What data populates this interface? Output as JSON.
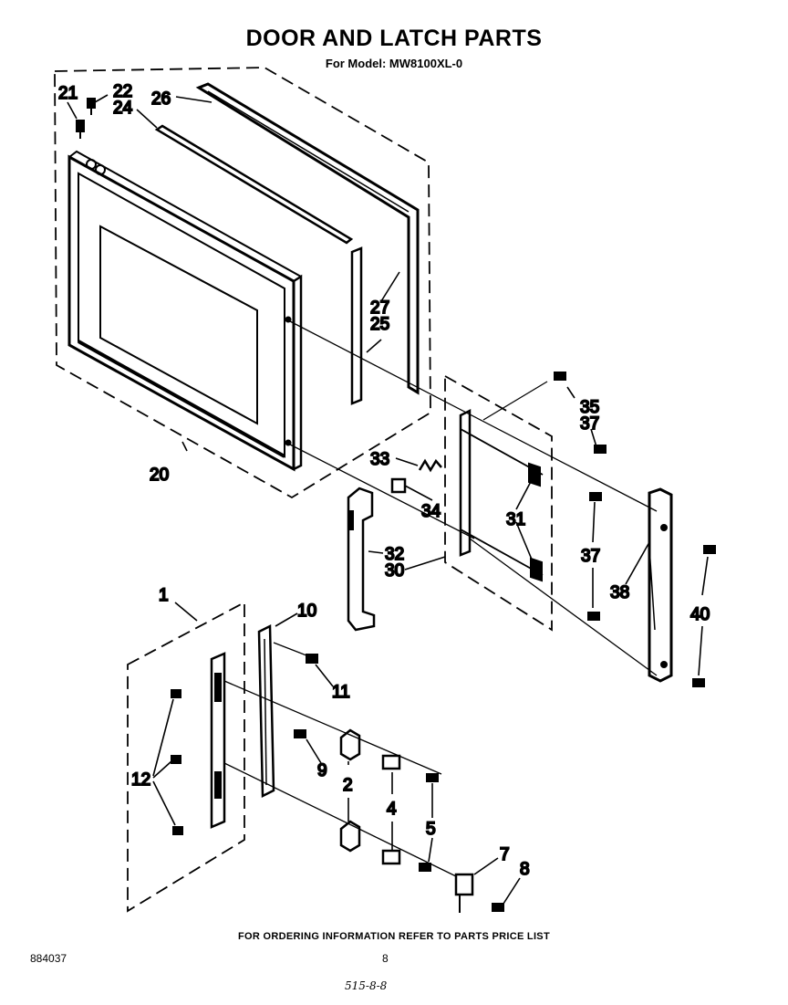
{
  "header": {
    "title": "DOOR AND LATCH PARTS",
    "subtitle": "For Model: MW8100XL-0"
  },
  "callouts": {
    "c21": "21",
    "c22": "22",
    "c24": "24",
    "c26": "26",
    "c27": "27",
    "c25": "25",
    "c20": "20",
    "c35": "35",
    "c37a": "37",
    "c33": "33",
    "c34": "34",
    "c31": "31",
    "c37b": "37",
    "c38": "38",
    "c40": "40",
    "c32": "32",
    "c30": "30",
    "c1": "1",
    "c10": "10",
    "c11": "11",
    "c9": "9",
    "c12": "12",
    "c2": "2",
    "c4": "4",
    "c5": "5",
    "c7": "7",
    "c8": "8"
  },
  "footer": {
    "ordering_note": "FOR ORDERING INFORMATION REFER TO PARTS PRICE LIST",
    "doc_number": "884037",
    "page_number": "8",
    "handwritten_note": "515-8-8"
  }
}
